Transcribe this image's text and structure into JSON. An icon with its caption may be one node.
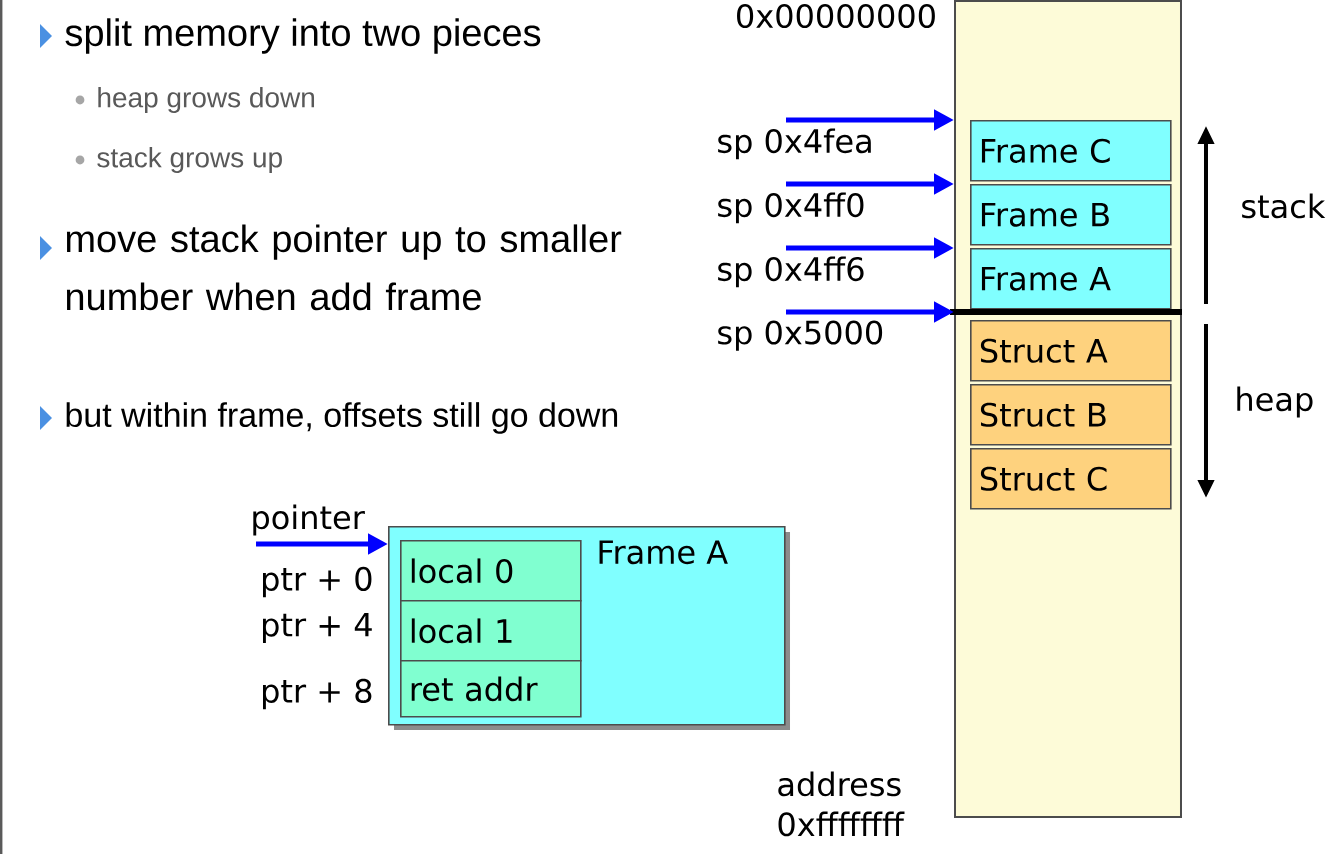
{
  "diagram": {
    "nodes": [
      {
        "text": [],
        "shape": "bar"
      },
      {
        "text": [
          "Frame C"
        ],
        "in": 0
      },
      {
        "text": [
          "Frame B"
        ],
        "in": 0
      },
      {
        "text": [
          "Frame A"
        ],
        "in": 0
      },
      {
        "text": [
          "Struct A"
        ],
        "in": 0
      },
      {
        "text": [
          "Struct B"
        ],
        "in": 0
      },
      {
        "text": [
          "Struct C"
        ],
        "in": 0
      },
      {
        "text": [
          "Frame A"
        ]
      },
      {
        "text": [
          "local 0"
        ],
        "in": 7
      },
      {
        "text": [
          "local 1"
        ],
        "in": 7
      },
      {
        "text": [
          "ret addr"
        ],
        "in": 7
      },
      {
        "text": [
          "sp 0x4fea"
        ]
      },
      {
        "text": [
          "sp 0x4ff0"
        ]
      },
      {
        "text": [
          "sp 0x4ff6"
        ]
      },
      {
        "text": [
          "sp 0x5000"
        ]
      },
      {
        "text": [
          "pointer"
        ]
      }
    ],
    "edges": [
      {
        "from": 11,
        "to": 0,
        "arrow": "to"
      },
      {
        "from": 12,
        "to": 0,
        "arrow": "to"
      },
      {
        "from": 13,
        "to": 0,
        "arrow": "to"
      },
      {
        "from": 14,
        "to": 0,
        "arrow": "to"
      },
      {
        "from": 15,
        "to": 7,
        "arrow": "to"
      }
    ],
    "labels": [
      "split memory into two pieces",
      "heap grows down",
      "stack grows up",
      "move stack pointer up to smaller number when add frame",
      "but within frame, offsets still go down",
      "0x00000000",
      "stack",
      "heap",
      "ptr + 0",
      "ptr + 4",
      "ptr + 8",
      "address 0xffffffff"
    ]
  }
}
